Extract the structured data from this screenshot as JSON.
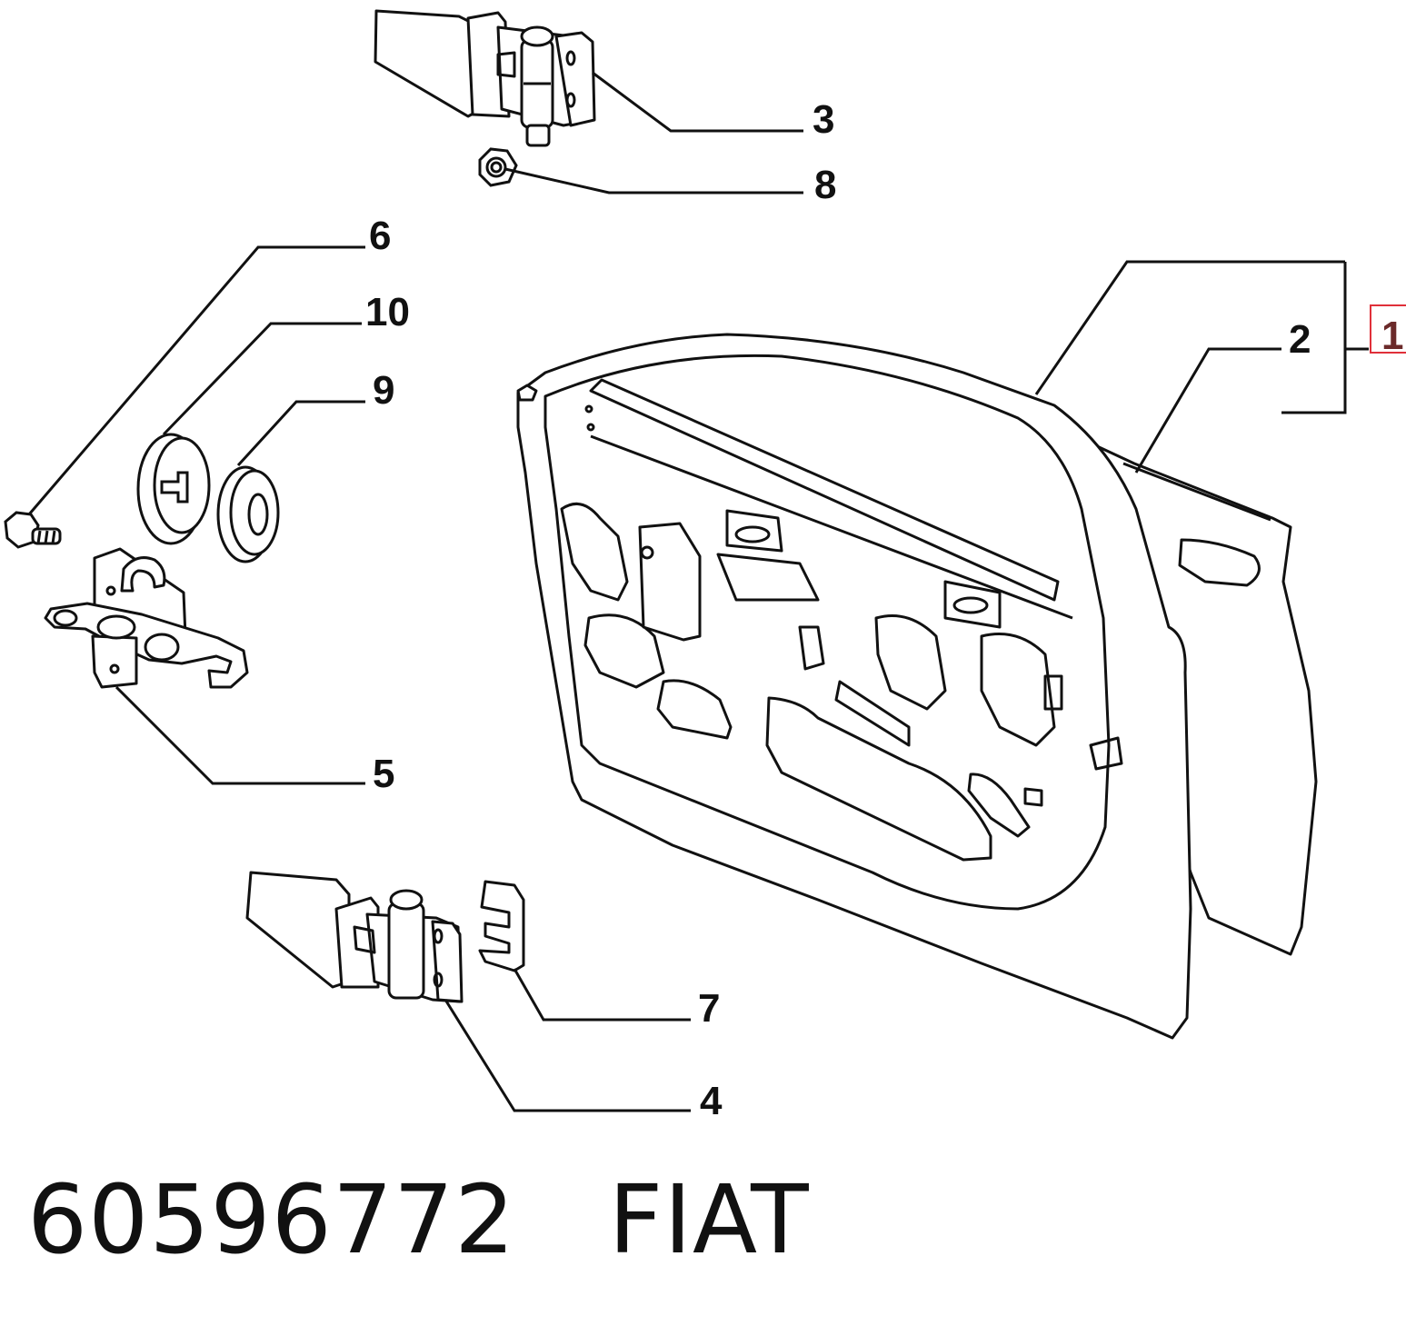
{
  "callouts": {
    "c1": "1",
    "c2": "2",
    "c3": "3",
    "c4": "4",
    "c5": "5",
    "c6": "6",
    "c7": "7",
    "c8": "8",
    "c9": "9",
    "c10": "10"
  },
  "caption": {
    "part_number": "60596772",
    "brand": "FIAT"
  },
  "colors": {
    "line": "#111111",
    "highlight_box": "#e0303a"
  }
}
